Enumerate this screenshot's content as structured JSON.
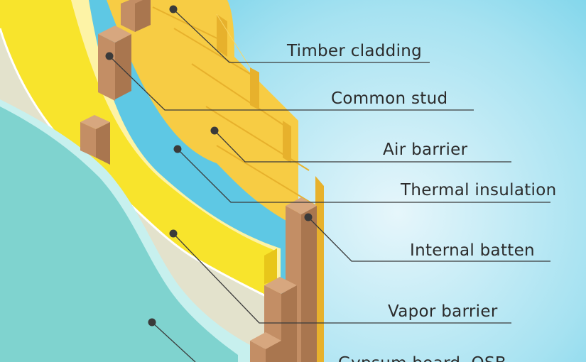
{
  "labels": {
    "timber_cladding": "Timber cladding",
    "common_stud": "Common stud",
    "air_barrier": "Air barrier",
    "thermal_insulation": "Thermal insulation",
    "internal_batten": "Internal batten",
    "vapor_barrier": "Vapor barrier",
    "gypsum_board": "Gypsum board, OSB"
  },
  "colors": {
    "background_center": "#e6f6fb",
    "background_edge": "#5fcbe6",
    "cladding": "#f7cc44",
    "cladding_edge": "#e7b12c",
    "air_barrier": "#5ec8e4",
    "insulation_light": "#fdf3a6",
    "insulation": "#f8e42c",
    "insulation_side": "#e8c61a",
    "vapor_barrier": "#e3e2cc",
    "vapor_edge": "#ffffff",
    "gypsum": "#7fd3cf",
    "gypsum_edge": "#c7f0ee",
    "stud_top": "#d7a77f",
    "stud_front": "#c38e65",
    "stud_side": "#a9764f",
    "leader": "#3a3a3a"
  }
}
